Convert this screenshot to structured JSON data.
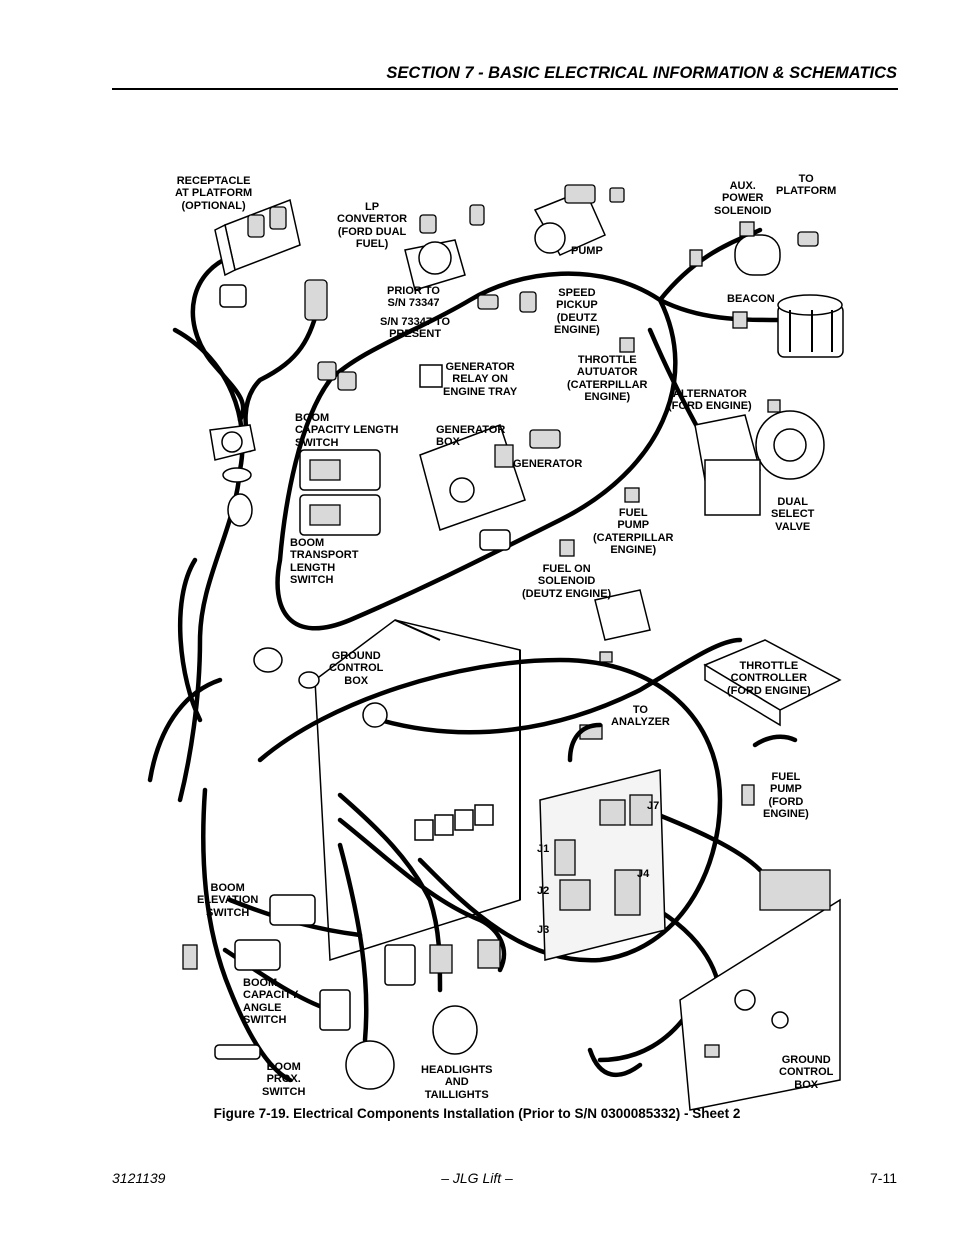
{
  "header": {
    "section_title": "SECTION 7 - BASIC ELECTRICAL INFORMATION & SCHEMATICS"
  },
  "labels": {
    "receptacle": [
      "RECEPTACLE",
      "AT PLATFORM",
      "(OPTIONAL)"
    ],
    "lp_convertor": [
      "LP",
      "CONVERTOR",
      "(FORD DUAL",
      "FUEL)"
    ],
    "pump": [
      "PUMP"
    ],
    "aux_power_solenoid": [
      "AUX.",
      "POWER",
      "SOLENOID"
    ],
    "to_platform": [
      "TO",
      "PLATFORM"
    ],
    "prior_to_sn": [
      "PRIOR TO",
      "S/N 73347"
    ],
    "sn_to_present": [
      "S/N 73347 TO",
      "PRESENT"
    ],
    "speed_pickup": [
      "SPEED",
      "PICKUP",
      "(DEUTZ",
      "ENGINE)"
    ],
    "beacon": [
      "BEACON"
    ],
    "generator_relay": [
      "GENERATOR",
      "RELAY ON",
      "ENGINE TRAY"
    ],
    "throttle_actuator": [
      "THROTTLE",
      "AUTUATOR",
      "(CATERPILLAR",
      "ENGINE)"
    ],
    "alternator": [
      "ALTERNATOR",
      "(FORD ENGINE)"
    ],
    "boom_capacity_length": [
      "BOOM",
      "CAPACITY LENGTH",
      "SWITCH"
    ],
    "generator_box": [
      "GENERATOR",
      "BOX"
    ],
    "generator": [
      "GENERATOR"
    ],
    "dual_select_valve": [
      "DUAL",
      "SELECT",
      "VALVE"
    ],
    "fuel_pump_cat": [
      "FUEL",
      "PUMP",
      "(CATERPILLAR",
      "ENGINE)"
    ],
    "boom_transport_length": [
      "BOOM",
      "TRANSPORT",
      "LENGTH",
      "SWITCH"
    ],
    "fuel_on_solenoid": [
      "FUEL ON",
      "SOLENOID",
      "(DEUTZ ENGINE)"
    ],
    "ground_control_box_top": [
      "GROUND",
      "CONTROL",
      "BOX"
    ],
    "throttle_controller": [
      "THROTTLE",
      "CONTROLLER",
      "(FORD ENGINE)"
    ],
    "to_analyzer": [
      "TO",
      "ANALYZER"
    ],
    "fuel_pump_ford": [
      "FUEL",
      "PUMP",
      "(FORD",
      "ENGINE)"
    ],
    "j7": "J7",
    "j1": "J1",
    "j2": "J2",
    "j3": "J3",
    "j4": "J4",
    "boom_elevation": [
      "BOOM",
      "ELEVATION",
      "SWITCH"
    ],
    "boom_capacity_angle": [
      "BOOM",
      "CAPACITY",
      "ANGLE",
      "SWITCH"
    ],
    "boom_prox": [
      "BOOM",
      "PROX.",
      "SWITCH"
    ],
    "headlights": [
      "HEADLIGHTS",
      "AND",
      "TAILLIGHTS"
    ],
    "ground_control_box_bottom": [
      "GROUND",
      "CONTROL",
      "BOX"
    ]
  },
  "caption": "Figure 7-19.  Electrical Components Installation (Prior to S/N 0300085332)  - Sheet 2",
  "footer": {
    "doc_number": "3121139",
    "center": "– JLG Lift –",
    "page": "7-11"
  }
}
